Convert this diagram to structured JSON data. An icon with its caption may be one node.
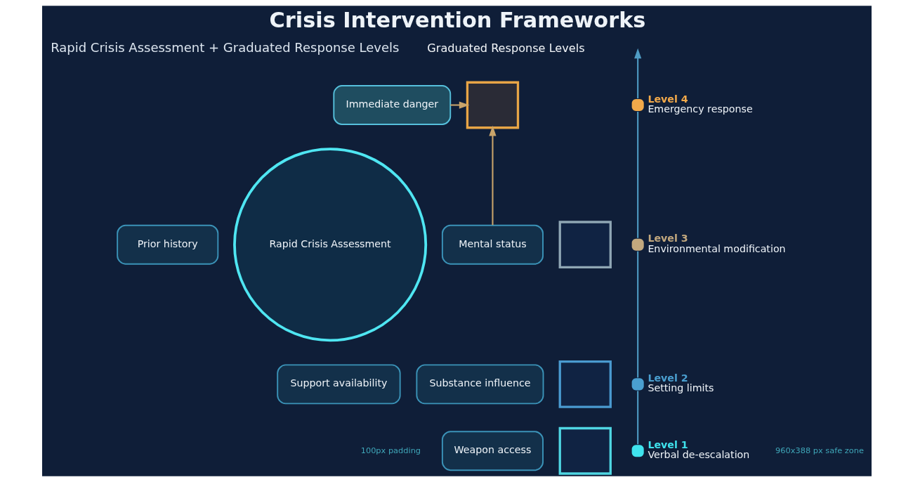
{
  "diagram": {
    "title": "Crisis Intervention Frameworks",
    "nodes": [
      {
        "text": [
          "Immediate danger"
        ]
      },
      {
        "text": [
          "Prior history"
        ]
      },
      {
        "text": [
          "Mental status"
        ]
      },
      {
        "text": [
          "Rapid Crisis Assessment"
        ]
      },
      {
        "text": [
          "Support availability"
        ]
      },
      {
        "text": [
          "Substance influence"
        ]
      },
      {
        "text": [
          "Weapon access"
        ]
      },
      {
        "text": [],
        "shape": "box"
      },
      {
        "text": [
          "Level 4",
          "Emergency response"
        ]
      },
      {
        "text": [],
        "shape": "box"
      },
      {
        "text": [
          "Level 3",
          "Environmental modification"
        ]
      },
      {
        "text": [],
        "shape": "box"
      },
      {
        "text": [
          "Level 2",
          "Setting limits"
        ]
      },
      {
        "text": [],
        "shape": "box"
      },
      {
        "text": [
          "Level 1",
          "Verbal de-escalation"
        ]
      }
    ],
    "edges": [
      {
        "from": 0,
        "to": 7,
        "arrow": "to",
        "color": "#c9a46a"
      },
      {
        "from": 2,
        "to": 7,
        "arrow": "to",
        "color": "#c9a46a"
      },
      {
        "from": 14,
        "to": 12,
        "arrow": "none"
      },
      {
        "from": 12,
        "to": 10,
        "arrow": "none"
      },
      {
        "from": 10,
        "to": 8,
        "arrow": "none"
      },
      {
        "from": 8,
        "to": null,
        "arrow": "to"
      }
    ],
    "labels": [
      "Rapid Crisis Assessment + Graduated Response Levels",
      "Graduated Response Levels",
      "100px padding",
      "960x388 px safe zone"
    ]
  }
}
